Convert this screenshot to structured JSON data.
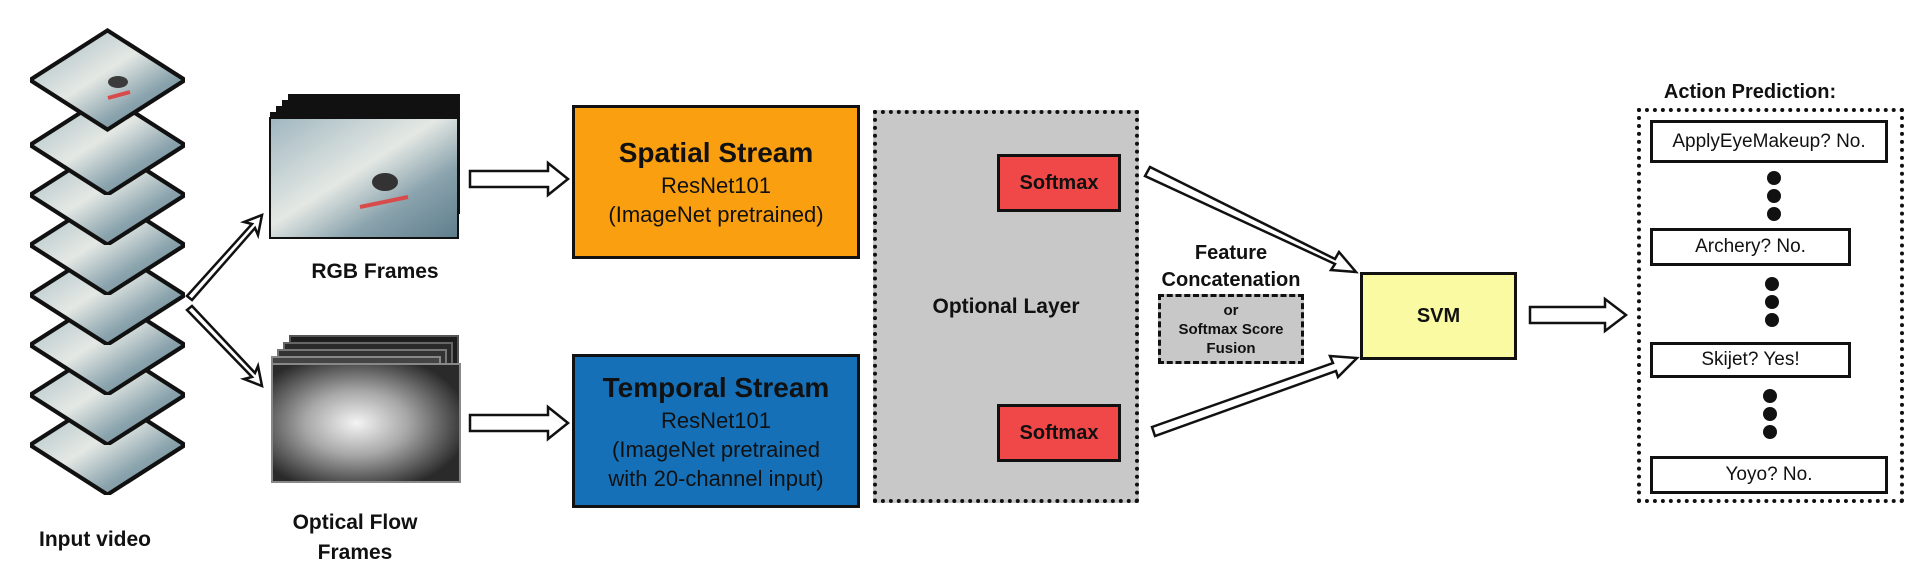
{
  "labels": {
    "input_video": "Input video",
    "rgb_frames": "RGB Frames",
    "optical_flow_frames": "Optical Flow Frames",
    "optional_layer": "Optional Layer",
    "feature_concatenation": "Feature Concatenation",
    "or": "or",
    "softmax_score_fusion": "Softmax Score Fusion",
    "action_prediction": "Action Prediction:"
  },
  "spatial_stream": {
    "title": "Spatial Stream",
    "model": "ResNet101",
    "detail": "(ImageNet pretrained)",
    "color": "#f99f10"
  },
  "temporal_stream": {
    "title": "Temporal Stream",
    "model": "ResNet101",
    "detail": "(ImageNet pretrained with 20-channel input)",
    "color": "#1670b8"
  },
  "softmax": {
    "label": "Softmax",
    "color": "#f04848"
  },
  "svm": {
    "label": "SVM",
    "color": "#fafaa2"
  },
  "predictions": [
    "ApplyEyeMakeup? No.",
    "Archery? No.",
    "Skijet? Yes!",
    "Yoyo? No."
  ]
}
